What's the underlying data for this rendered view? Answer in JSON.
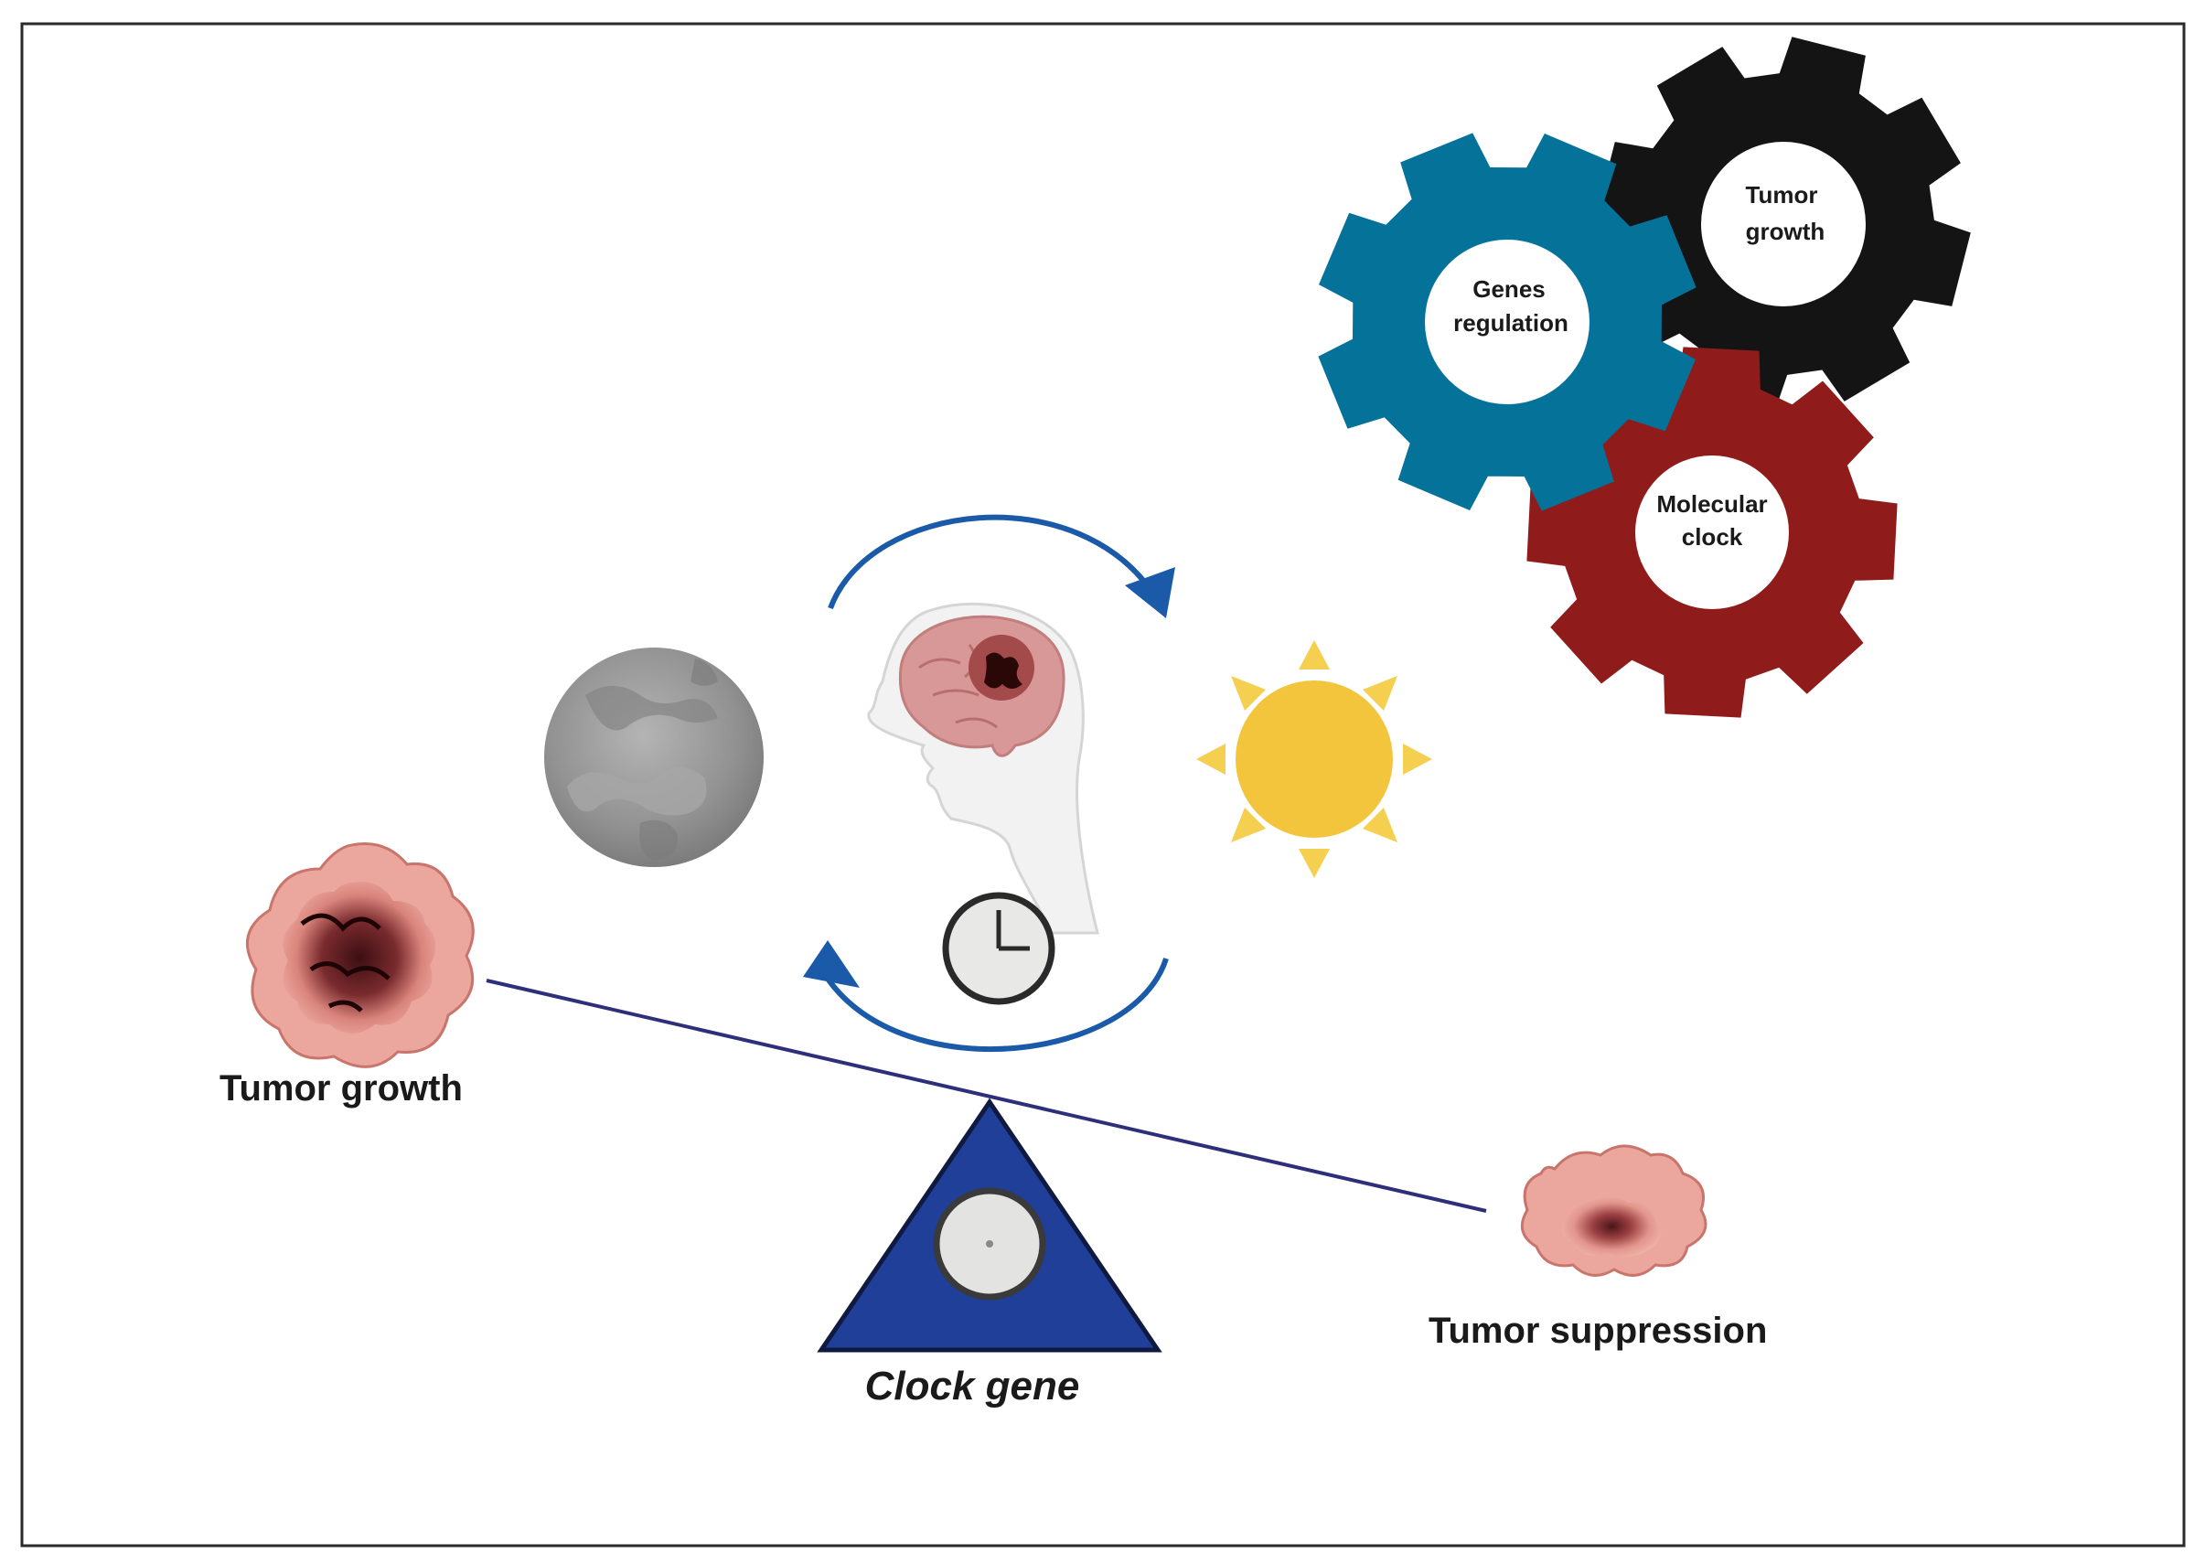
{
  "gears": {
    "blue": {
      "label_line1": "Genes",
      "label_line2": "regulation",
      "color": "#05729a"
    },
    "black": {
      "label_line1": "Tumor",
      "label_line2": "growth",
      "color": "#141414"
    },
    "red": {
      "label_line1": "Molecular",
      "label_line2": "clock",
      "color": "#8f1c1a"
    }
  },
  "labels": {
    "tumor_growth": "Tumor growth",
    "tumor_suppression": "Tumor suppression",
    "clock_gene": "Clock gene"
  },
  "colors": {
    "arrow": "#1a5aa8",
    "fulcrum": "#1f3f99",
    "sun": "#f2c53d",
    "moon": "#9a9a9a",
    "tumor_outer": "#e59b92",
    "tumor_inner": "#3b0f12",
    "lever": "#2e2f7a"
  },
  "icons": [
    "moon-icon",
    "sun-icon",
    "head-with-brain-tumor-icon",
    "clock-icon",
    "tumor-icon",
    "gear-icon"
  ]
}
